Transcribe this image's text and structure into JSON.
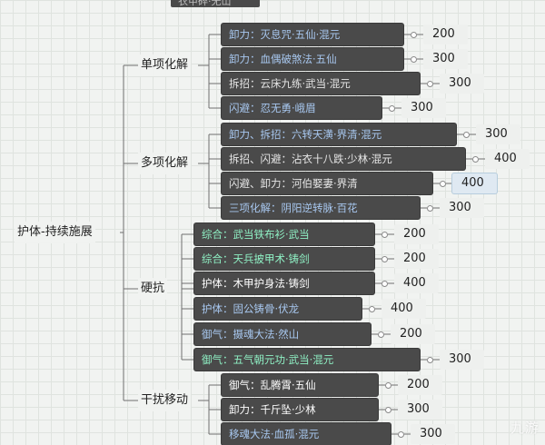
{
  "top_node": "衣甲碎·无山",
  "root": "护体-持续施展",
  "categories": [
    {
      "label": "单项化解",
      "items": [
        {
          "text": "卸力：灭息咒·五仙·混元",
          "value": "200",
          "color": "blue"
        },
        {
          "text": "卸力：血偶破煞法·五仙",
          "value": "300",
          "color": "blue"
        },
        {
          "text": "拆招：云床九练·武当·混元",
          "value": "300",
          "color": "light"
        },
        {
          "text": "闪避：忍无勇·峨眉",
          "value": "300",
          "color": "blue"
        }
      ]
    },
    {
      "label": "多项化解",
      "items": [
        {
          "text": "卸力、拆招：六转天潢·界清·混元",
          "value": "300",
          "color": "blue"
        },
        {
          "text": "拆招、闪避：沾衣十八跌·少林·混元",
          "value": "400",
          "color": "light"
        },
        {
          "text": "闪避、卸力：河伯娶妻·界清",
          "value": "400",
          "color": "light",
          "highlight": true
        },
        {
          "text": "三项化解：阴阳逆转脉·百花",
          "value": "300",
          "color": "blue"
        }
      ]
    },
    {
      "label": "硬抗",
      "items": [
        {
          "text": "综合：武当铁布衫·武当",
          "value": "200",
          "color": "green"
        },
        {
          "text": "综合：天兵披甲术·铸剑",
          "value": "200",
          "color": "green"
        },
        {
          "text": "护体：木甲护身法·铸剑",
          "value": "400",
          "color": "white"
        },
        {
          "text": "护体：固公铸骨·伏龙",
          "value": "400",
          "color": "blue"
        },
        {
          "text": "御气：摄魂大法·然山",
          "value": "200",
          "color": "blue"
        },
        {
          "text": "御气：五气朝元功·武当·混元",
          "value": "300",
          "color": "green"
        }
      ]
    },
    {
      "label": "干扰移动",
      "items": [
        {
          "text": "御气：乱腾霄·五仙",
          "value": "200",
          "color": "white"
        },
        {
          "text": "卸力：千斤坠·少林",
          "value": "300",
          "color": "white"
        },
        {
          "text": "移魂大法·血孤·混元",
          "value": "300",
          "color": "blue"
        }
      ]
    }
  ],
  "watermark": "九游"
}
